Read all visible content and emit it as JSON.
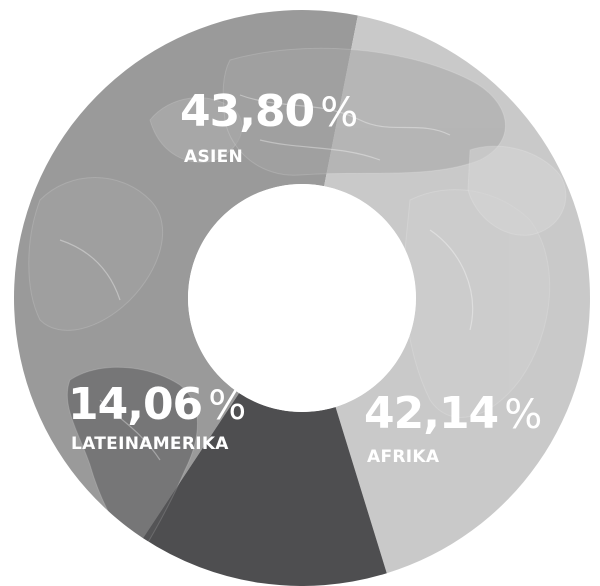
{
  "chart_data": {
    "type": "pie",
    "donut": true,
    "title": "",
    "slices": [
      {
        "label": "ASIEN",
        "value": 43.8,
        "display": "43,80",
        "unit": "%",
        "color": "#9a9a9a",
        "map_shade": "#a9a9a9"
      },
      {
        "label": "AFRIKA",
        "value": 42.14,
        "display": "42,14",
        "unit": "%",
        "color": "#c9c9c9",
        "map_shade": "#d3d3d3"
      },
      {
        "label": "LATEINAMERIKA",
        "value": 14.06,
        "display": "14,06",
        "unit": "%",
        "color": "#4e4e50",
        "map_shade": "#5e5e60"
      }
    ]
  }
}
